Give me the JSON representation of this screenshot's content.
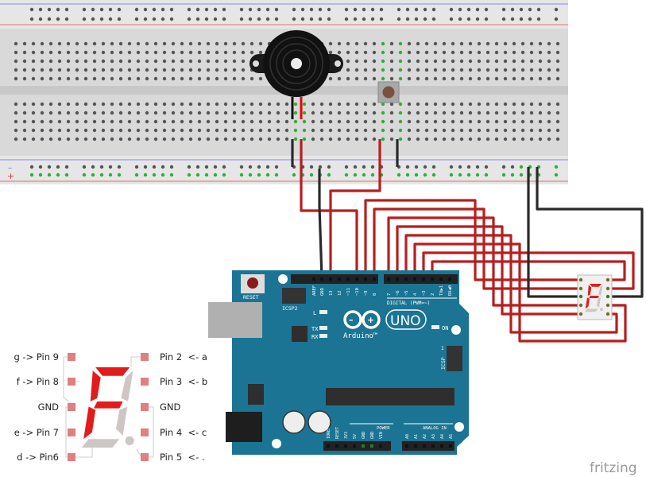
{
  "colors": {
    "breadboard": "#d9d9d9",
    "arduino_board": "#1b7493",
    "wire_red": "#b81e1e",
    "wire_black": "#2a2a2a",
    "segment_on": "#e31b1b",
    "segment_off": "#cdc6c4",
    "connected_hole": "#2fae3a"
  },
  "arduino": {
    "reset_label": "RESET",
    "icsp2_label": "ICSP2",
    "digital_pins": [
      "AREF",
      "GND",
      "13",
      "12",
      "~11",
      "~10",
      "~9",
      "8",
      "7",
      "~6",
      "~5",
      "4",
      "~3",
      "2",
      "TX▶1",
      "RX◀0"
    ],
    "digital_label": "DIGITAL (PWM=~)",
    "led_l": "L",
    "led_tx": "TX",
    "led_rx": "RX",
    "led_on": "ON",
    "uno_logo": "UNO",
    "brand": "Arduino™",
    "icsp_label": "ICSP",
    "icsp_pin1": "1",
    "power_pins": [
      "IOREF",
      "RESET",
      "3V3",
      "5V",
      "GND",
      "GND",
      "VIN"
    ],
    "power_label": "POWER",
    "analog_pins": [
      "A0",
      "A1",
      "A2",
      "A3",
      "A4",
      "A5"
    ],
    "analog_label": "ANALOG IN"
  },
  "legend": {
    "left": [
      "g -> Pin 9",
      "f -> Pin 8",
      "GND",
      "e -> Pin 7",
      "d -> Pin6"
    ],
    "right": [
      "Pin 2  <- a",
      "Pin 3  <- b",
      "GND",
      "Pin 4  <- c",
      "Pin 5  <- ."
    ],
    "segments_lit": [
      "a",
      "f",
      "g",
      "e"
    ]
  },
  "logo": "fritzing"
}
